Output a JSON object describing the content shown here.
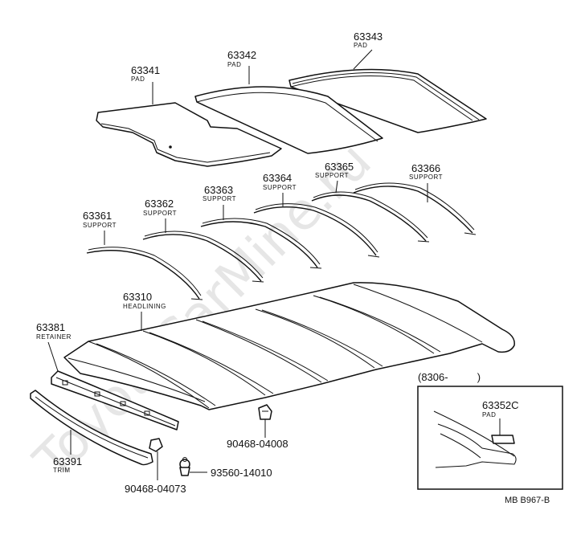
{
  "watermark": "ToyotaCarMine.ru",
  "parts": {
    "p63343": {
      "number": "63343",
      "name": "PAD"
    },
    "p63342": {
      "number": "63342",
      "name": "PAD"
    },
    "p63341": {
      "number": "63341",
      "name": "PAD"
    },
    "p63365": {
      "number": "63365",
      "name": "SUPPORT"
    },
    "p63366": {
      "number": "63366",
      "name": "SUPPORT"
    },
    "p63364": {
      "number": "63364",
      "name": "SUPPORT"
    },
    "p63363": {
      "number": "63363",
      "name": "SUPPORT"
    },
    "p63362": {
      "number": "63362",
      "name": "SUPPORT"
    },
    "p63361": {
      "number": "63361",
      "name": "SUPPORT"
    },
    "p63310": {
      "number": "63310",
      "name": "HEADLINING"
    },
    "p63381": {
      "number": "63381",
      "name": "RETAINER"
    },
    "p63391": {
      "number": "63391",
      "name": "TRIM"
    },
    "p63352C": {
      "number": "63352C",
      "name": "PAD"
    },
    "c90468_04008": {
      "number": "90468-04008"
    },
    "c93560_14010": {
      "number": "93560-14010"
    },
    "c90468_04073": {
      "number": "90468-04073"
    }
  },
  "inset": {
    "label": "(8306-          )"
  },
  "diagram_code": "MB B967-B"
}
